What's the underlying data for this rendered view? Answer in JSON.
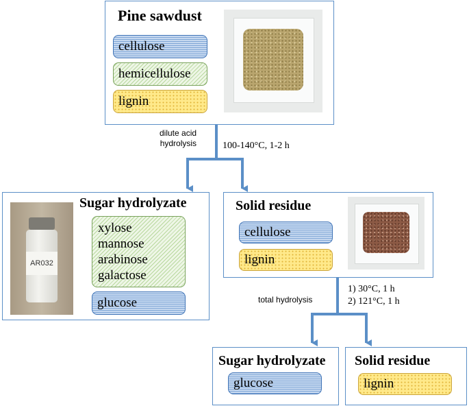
{
  "pine_box": {
    "title": "Pine sawdust",
    "components": [
      "cellulose",
      "hemicellulose",
      "lignin"
    ],
    "photo": "sawdust-tray-photo"
  },
  "step1": {
    "left_label_line1": "dilute acid",
    "left_label_line2": "hydrolysis",
    "right_label": "100-140°C, 1-2 h"
  },
  "sugar_box_1": {
    "title": "Sugar hydrolyzate",
    "vial_label": "AR032",
    "sugars": [
      "xylose",
      "mannose",
      "arabinose",
      "galactose"
    ],
    "glucose": "glucose"
  },
  "residue_box_1": {
    "title": "Solid residue",
    "components": [
      "cellulose",
      "lignin"
    ],
    "photo": "residue-tray-photo"
  },
  "step2": {
    "left_label": "total hydrolysis",
    "right_line1": "1) 30°C, 1 h",
    "right_line2": "2) 121°C, 1 h"
  },
  "sugar_box_2": {
    "title": "Sugar hydrolyzate",
    "component": "glucose"
  },
  "residue_box_2": {
    "title": "Solid residue",
    "component": "lignin"
  },
  "colors": {
    "box_border": "#5b8fc7",
    "arrow": "#5b8fc7",
    "cellulose": "#c7d9f0",
    "hemicellulose": "#eef6e6",
    "lignin": "#ffe98a"
  }
}
